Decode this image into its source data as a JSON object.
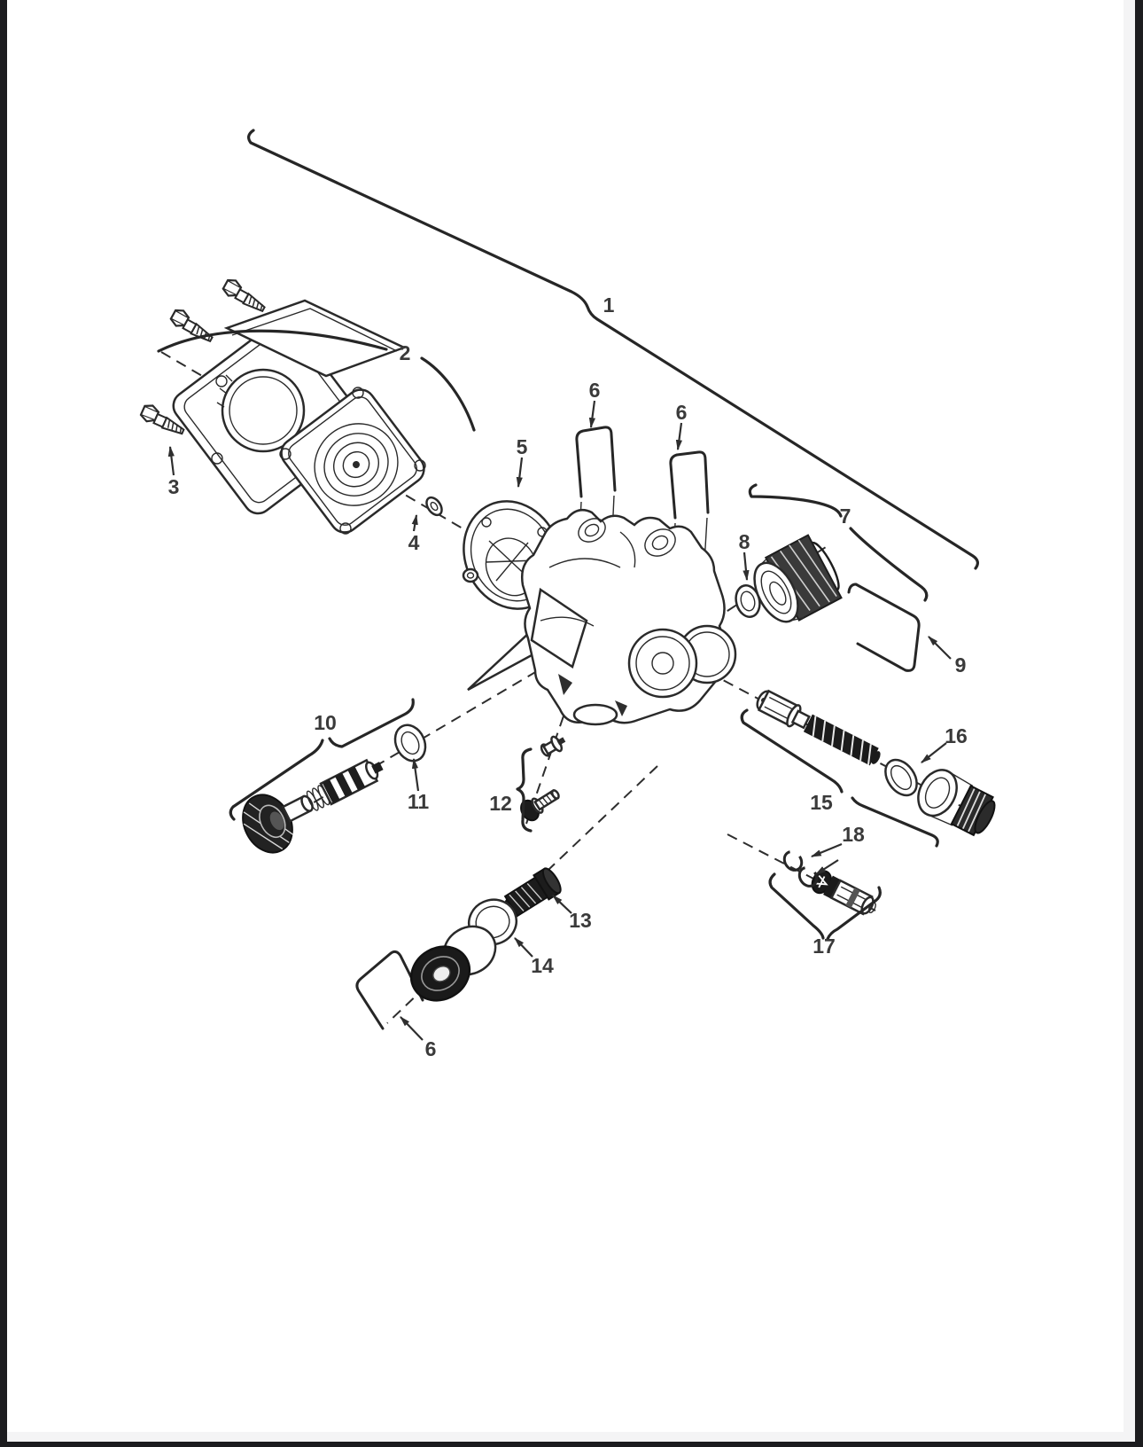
{
  "page": {
    "background": "#ffffff",
    "frame_color": "#1c1c1f",
    "scan_strip_color": "#f4f4f5"
  },
  "diagram": {
    "type": "exploded-parts-diagram",
    "subject": "pump-assembly",
    "callouts": [
      {
        "label": "1"
      },
      {
        "label": "2"
      },
      {
        "label": "3"
      },
      {
        "label": "4"
      },
      {
        "label": "5"
      },
      {
        "label": "6"
      },
      {
        "label": "6"
      },
      {
        "label": "6"
      },
      {
        "label": "7"
      },
      {
        "label": "8"
      },
      {
        "label": "9"
      },
      {
        "label": "10"
      },
      {
        "label": "11"
      },
      {
        "label": "12"
      },
      {
        "label": "13"
      },
      {
        "label": "14"
      },
      {
        "label": "15"
      },
      {
        "label": "16"
      },
      {
        "label": "17"
      },
      {
        "label": "18"
      }
    ]
  }
}
